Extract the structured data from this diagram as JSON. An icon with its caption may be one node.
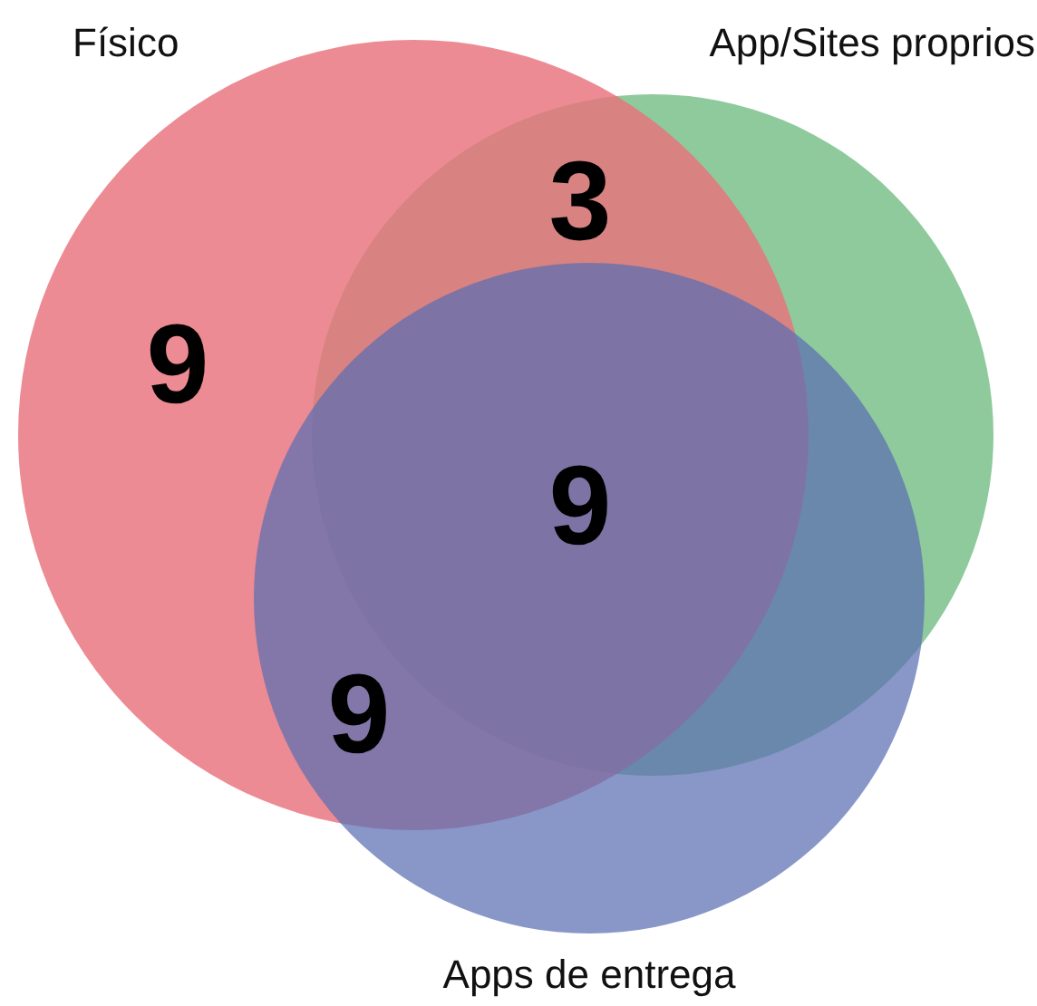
{
  "diagram": {
    "nodes": [
      {
        "text": [
          "Físico"
        ]
      },
      {
        "text": [
          "App/Sites proprios"
        ]
      },
      {
        "text": [
          "Apps de entrega"
        ]
      }
    ],
    "labels": [
      "3",
      "9",
      "9",
      "9"
    ]
  }
}
